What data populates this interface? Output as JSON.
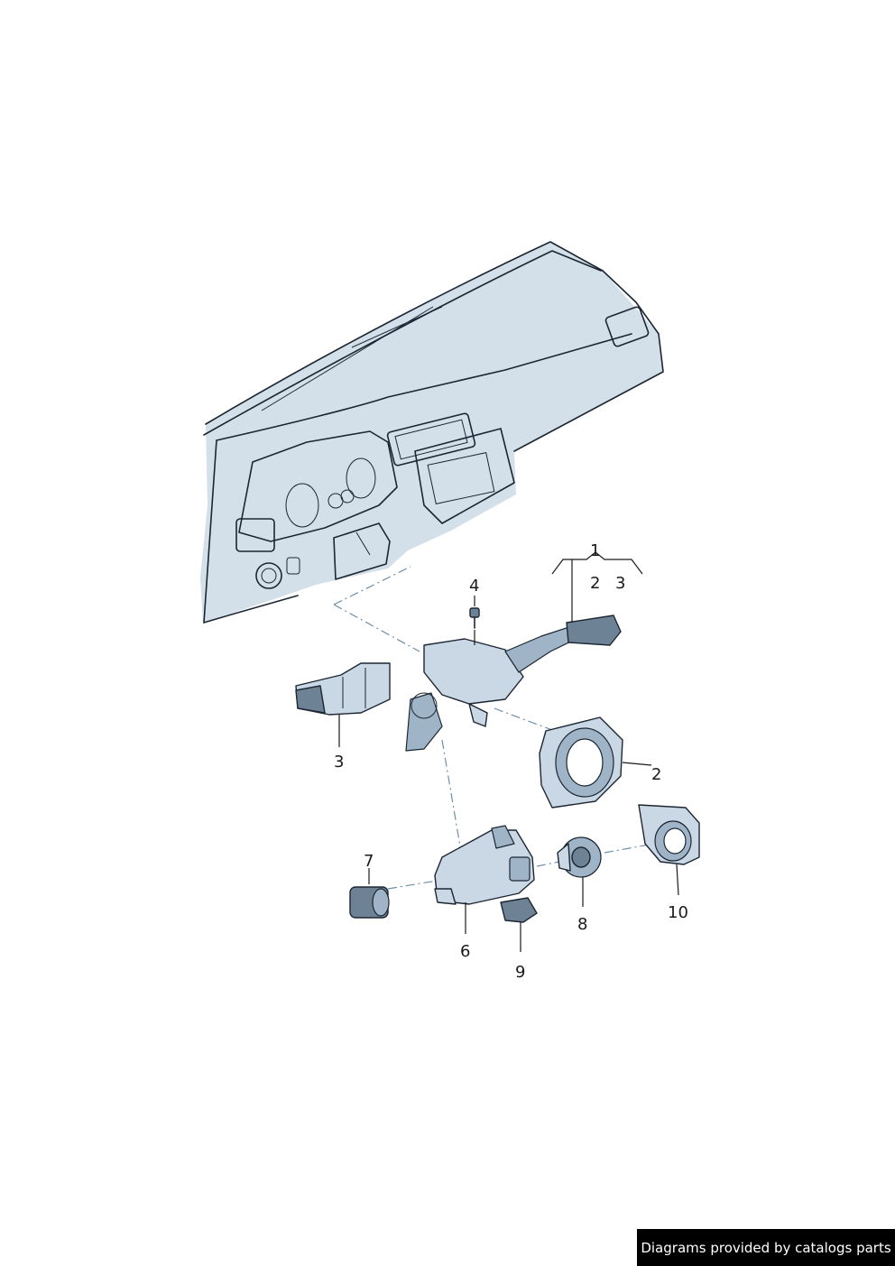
{
  "callouts": {
    "c1": "1",
    "c1_sub2": "2",
    "c1_sub3": "3",
    "c2": "2",
    "c3": "3",
    "c4": "4",
    "c6": "6",
    "c7": "7",
    "c8": "8",
    "c9": "9",
    "c10": "10"
  },
  "credit": "Diagrams provided by catalogs parts",
  "colors": {
    "part_fill": "#c9d8e4",
    "part_dark": "#6e8295",
    "outline": "#1c2633",
    "dash_line": "#6f8ea8",
    "credit_bg": "#000000",
    "credit_text": "#ffffff"
  }
}
